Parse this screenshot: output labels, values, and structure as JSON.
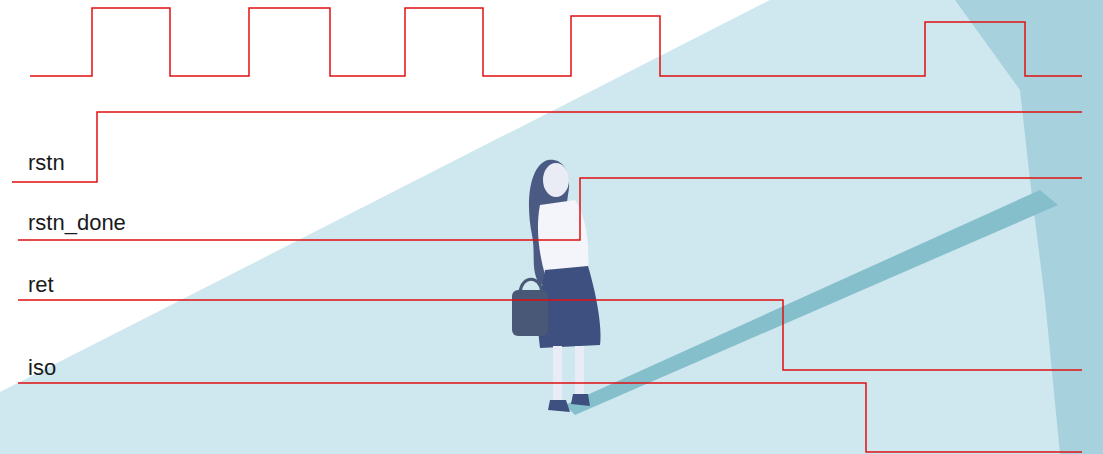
{
  "diagram": {
    "labels": [
      "rstn",
      "rstn_done",
      "ret",
      "iso"
    ]
  }
}
